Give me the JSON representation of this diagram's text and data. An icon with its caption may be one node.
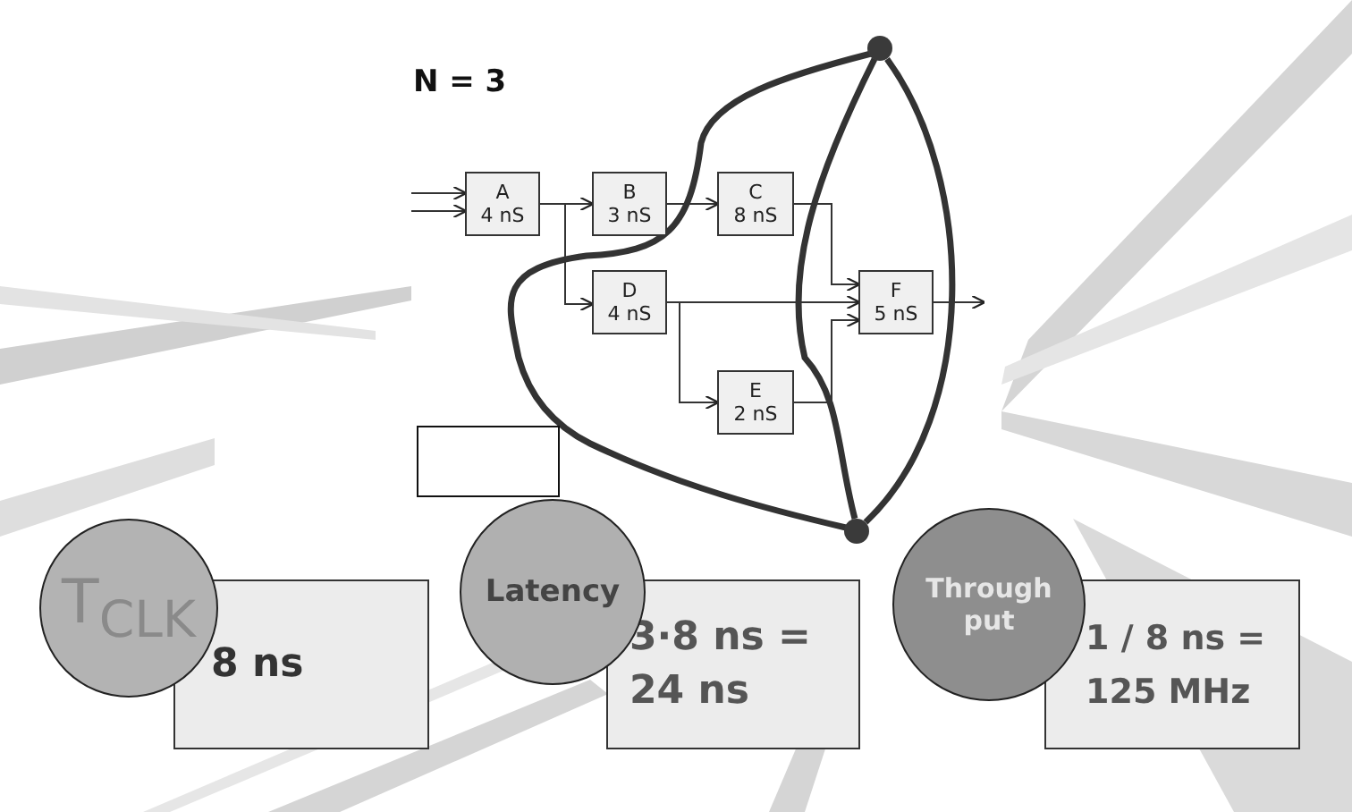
{
  "diagram": {
    "nodes": [
      {
        "text": [
          "A",
          "4 nS"
        ]
      },
      {
        "text": [
          "B",
          "3 nS"
        ]
      },
      {
        "text": [
          "C",
          "8 nS"
        ]
      },
      {
        "text": [
          "D",
          "4 nS"
        ]
      },
      {
        "text": [
          "E",
          "2 nS"
        ]
      },
      {
        "text": [
          "F",
          "5 nS"
        ]
      },
      {
        "text": [
          "T$_{CLK}$"
        ]
      },
      {
        "text": [
          "8 ns"
        ]
      },
      {
        "text": [
          "Latency"
        ]
      },
      {
        "text": [
          "3·8 ns = 24 ns"
        ]
      },
      {
        "text": [
          "Through put"
        ]
      },
      {
        "text": [
          "1 / 8 ns = 125 MHz"
        ]
      },
      {
        "text": [],
        "shape": "box"
      },
      {
        "text": [],
        "shape": "circle"
      },
      {
        "text": [],
        "shape": "circle"
      }
    ],
    "edges": [
      {
        "from": null,
        "to": 0,
        "arrow": "to"
      },
      {
        "from": null,
        "to": 0,
        "arrow": "to"
      },
      {
        "from": 0,
        "to": 1,
        "arrow": "to"
      },
      {
        "from": 0,
        "to": 3,
        "arrow": "to"
      },
      {
        "from": 1,
        "to": 2,
        "arrow": "to"
      },
      {
        "from": 2,
        "to": 5,
        "arrow": "to"
      },
      {
        "from": 3,
        "to": 5,
        "arrow": "to"
      },
      {
        "from": 3,
        "to": 4,
        "arrow": "to"
      },
      {
        "from": 4,
        "to": 5,
        "arrow": "to"
      },
      {
        "from": 5,
        "to": null,
        "arrow": "to"
      },
      {
        "from": 13,
        "to": 14,
        "arrow": "none",
        "style": "thick"
      },
      {
        "from": 13,
        "to": 14,
        "arrow": "none",
        "style": "thick"
      },
      {
        "from": 13,
        "to": 14,
        "arrow": "none",
        "style": "thick"
      }
    ],
    "labels": [
      "N = 3"
    ]
  }
}
